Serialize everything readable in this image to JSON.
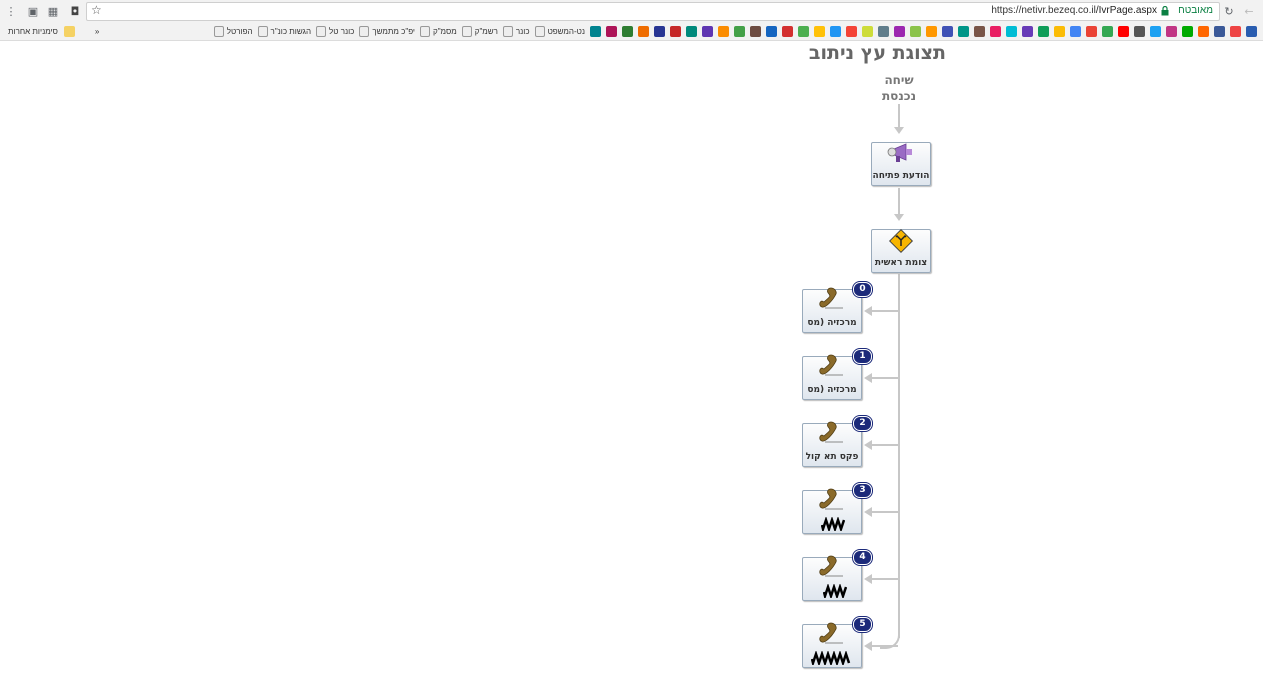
{
  "browser": {
    "url_host": "https://netivr.bezeq.co.il",
    "url_path": "/IvrPage.aspx",
    "secure_label": "מאובטח",
    "bookmarks_right": [
      "נט-המשפט",
      "כונר",
      "רשמ\"ק",
      "מסמ\"ק",
      "יפ\"כ מתמשך",
      "כונר טל",
      "הגשות כונ\"ר",
      "הפורטל"
    ],
    "other_bookmarks": "סימניות אחרות",
    "overflow": "»"
  },
  "page": {
    "title": "תצוגת עץ ניתוב",
    "incoming_line1": "שיחה",
    "incoming_line2": "נכנסת"
  },
  "nodes": {
    "welcome": {
      "label": "הודעת פתיחה",
      "icon": "megaphone-icon"
    },
    "main_junction": {
      "label": "צומת ראשית",
      "icon": "junction-sign-icon"
    }
  },
  "options": [
    {
      "key": "0",
      "label": "מרכזיה (מס",
      "icon": "phone-icon"
    },
    {
      "key": "1",
      "label": "מרכזיה (מס",
      "icon": "phone-icon"
    },
    {
      "key": "2",
      "label": "פקס תא קול",
      "icon": "phone-icon"
    },
    {
      "key": "3",
      "label": "",
      "icon": "phone-icon",
      "redacted": true
    },
    {
      "key": "4",
      "label": "",
      "icon": "phone-icon",
      "redacted": true
    },
    {
      "key": "5",
      "label": "",
      "icon": "phone-icon",
      "redacted": true
    }
  ],
  "colors": {
    "badge": "#1c2a7a",
    "connector": "#c7c7c7",
    "title": "#666666"
  }
}
